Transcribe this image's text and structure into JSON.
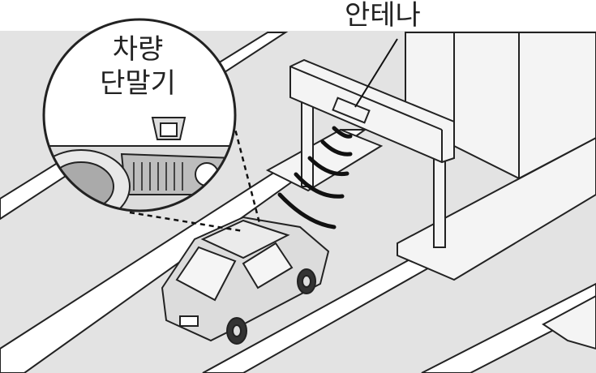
{
  "labels": {
    "antenna": "안테나",
    "vehicle_terminal_line1": "차량",
    "vehicle_terminal_line2": "단말기"
  },
  "colors": {
    "background": "#e3e3e3",
    "road_marking": "#ffffff",
    "outline": "#222222",
    "structure_fill": "#f4f4f4",
    "car_fill": "#d9d9d9"
  }
}
